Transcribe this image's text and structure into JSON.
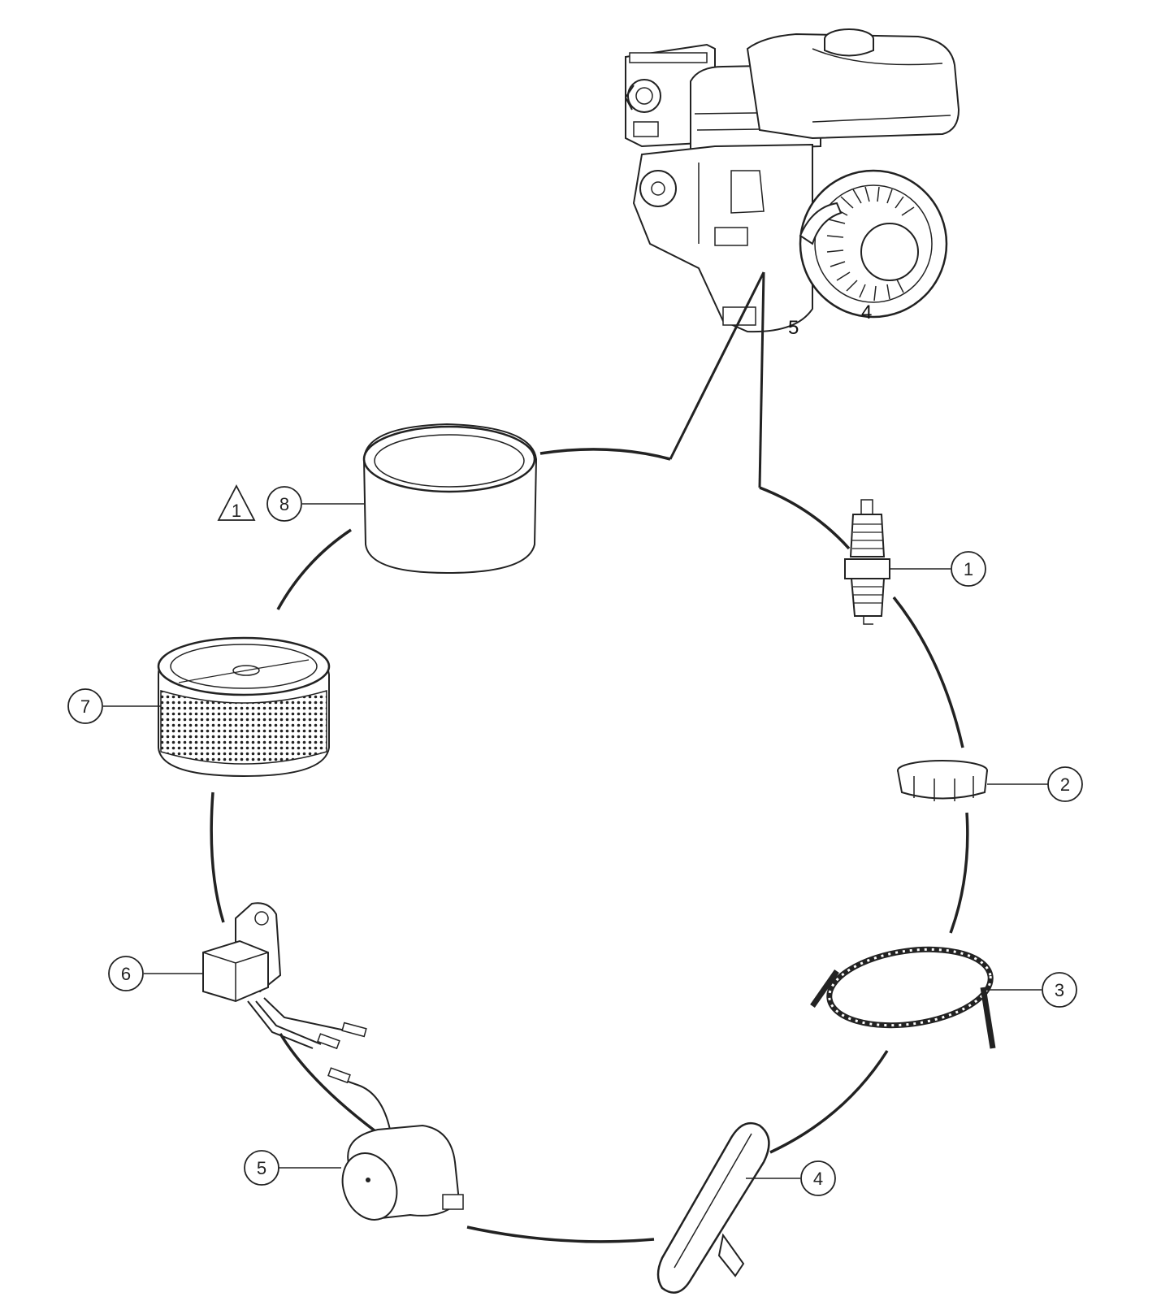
{
  "callouts": [
    {
      "id": "1",
      "label": "1",
      "part": "spark-plug"
    },
    {
      "id": "2",
      "label": "2",
      "part": "fuel-cap"
    },
    {
      "id": "3",
      "label": "3",
      "part": "recoil-rope"
    },
    {
      "id": "4",
      "label": "4",
      "part": "starter-handle"
    },
    {
      "id": "5",
      "label": "5",
      "part": "oil-sensor"
    },
    {
      "id": "6",
      "label": "6",
      "part": "ignition-coil"
    },
    {
      "id": "7",
      "label": "7",
      "part": "air-filter-element"
    },
    {
      "id": "8",
      "label": "8",
      "part": "foam-pre-filter"
    }
  ],
  "warning_symbol": {
    "label": "1",
    "icon": "warning-triangle-icon"
  },
  "engine_labels": {
    "label_4": "4",
    "label_5": "5"
  },
  "colors": {
    "line": "#222222",
    "background": "#ffffff"
  }
}
